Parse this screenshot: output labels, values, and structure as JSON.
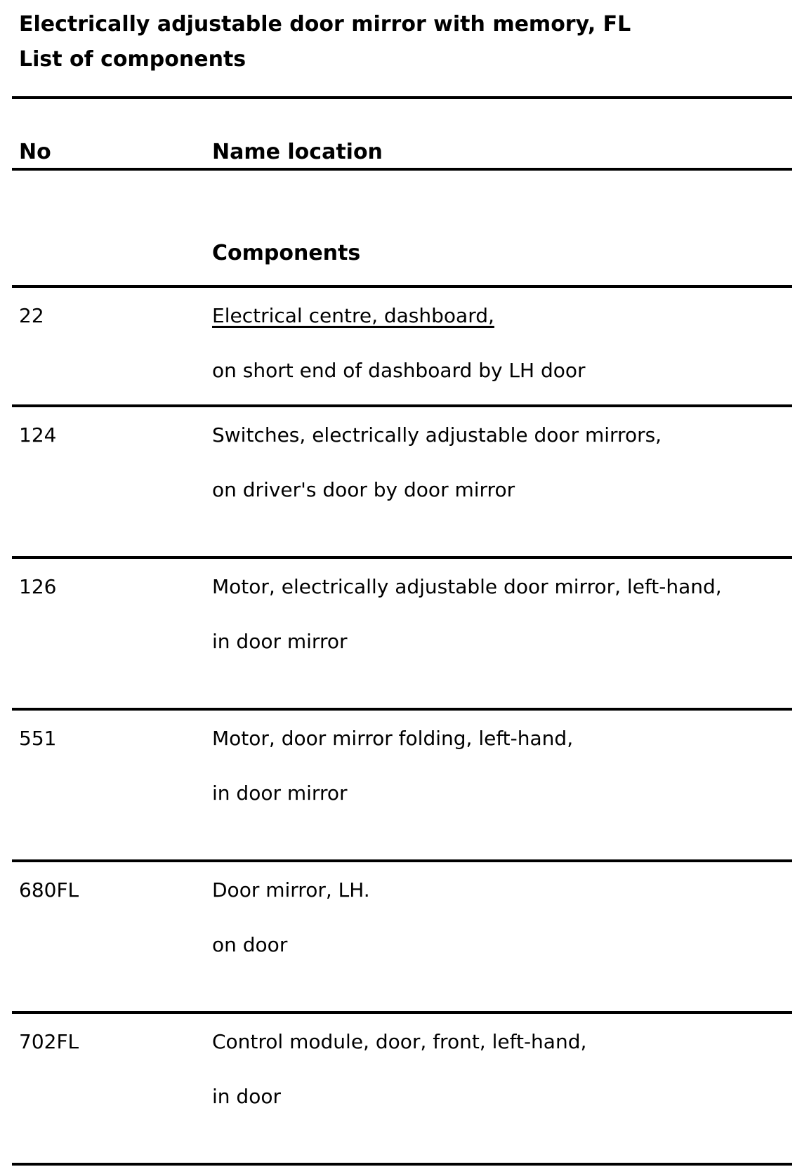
{
  "page": {
    "title_line1": "Electrically adjustable door mirror with memory, FL",
    "title_line2": "List of components"
  },
  "table": {
    "col_no_header": "No",
    "col_name_header": "Name location",
    "section_header": "Components",
    "rows": [
      {
        "no": "22",
        "name": "Electrical centre, dashboard,",
        "location": "on short end of dashboard by LH door",
        "link": true
      },
      {
        "no": "124",
        "name": "Switches, electrically adjustable door mirrors,",
        "location": "on driver's door by door mirror",
        "link": false
      },
      {
        "no": "126",
        "name": "Motor, electrically adjustable door mirror, left-hand,",
        "location": "in door mirror",
        "link": false
      },
      {
        "no": "551",
        "name": "Motor, door mirror folding, left-hand,",
        "location": "in door mirror",
        "link": false
      },
      {
        "no": "680FL",
        "name": "Door mirror, LH.",
        "location": "on door",
        "link": false
      },
      {
        "no": "702FL",
        "name": "Control module, door, front, left-hand,",
        "location": "in door",
        "link": false
      }
    ]
  },
  "colors": {
    "text": "#000000",
    "background": "#ffffff",
    "rule": "#000000"
  }
}
